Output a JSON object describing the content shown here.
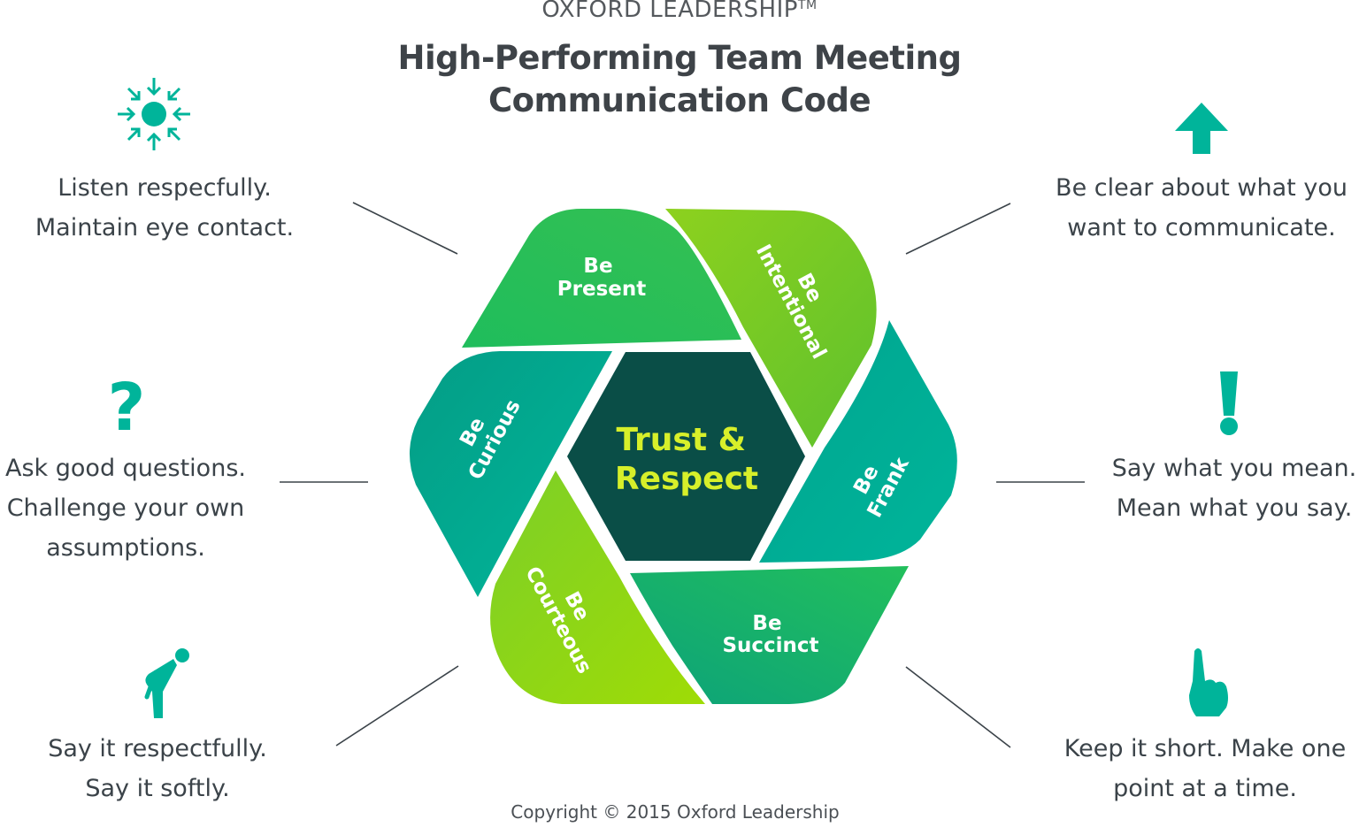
{
  "brand": {
    "name": "OXFORD LEADERSHIP",
    "mark": "TM"
  },
  "title": {
    "line1": "High-Performing Team Meeting",
    "line2": "Communication Code"
  },
  "center": {
    "line1": "Trust &",
    "line2": "Respect"
  },
  "segments": {
    "present": {
      "line1": "Be",
      "line2": "Present"
    },
    "intentional": {
      "line1": "Be",
      "line2": "Intentional"
    },
    "frank": {
      "line1": "Be",
      "line2": "Frank"
    },
    "succinct": {
      "line1": "Be",
      "line2": "Succinct"
    },
    "courteous": {
      "line1": "Be",
      "line2": "Courteous"
    },
    "curious": {
      "line1": "Be",
      "line2": "Curious"
    }
  },
  "notes": {
    "listen": {
      "icon": "focus-arrows-icon",
      "line1": "Listen respecfully.",
      "line2": "Maintain eye contact."
    },
    "clear": {
      "icon": "arrow-up-icon",
      "line1": "Be clear about what you",
      "line2": "want to communicate."
    },
    "questions": {
      "icon": "question-mark-icon",
      "line1": "Ask good questions.",
      "line2": "Challenge your own",
      "line3": "assumptions."
    },
    "mean": {
      "icon": "exclamation-mark-icon",
      "line1": "Say what you mean.",
      "line2": "Mean what you say."
    },
    "respectfully": {
      "icon": "bowing-person-icon",
      "line1": "Say it respectfully.",
      "line2": "Say it softly."
    },
    "short": {
      "icon": "pointing-finger-icon",
      "line1": "Keep it short.  Make one",
      "line2": "point at a time."
    }
  },
  "copyright": "Copyright © 2015 Oxford Leadership",
  "colors": {
    "teal": "#00b096",
    "green": "#23b85a",
    "lime": "#8ed11c",
    "dark_center": "#0a4e47",
    "center_text": "#d7ef2a",
    "icon": "#00b49a",
    "text": "#3b4349"
  }
}
